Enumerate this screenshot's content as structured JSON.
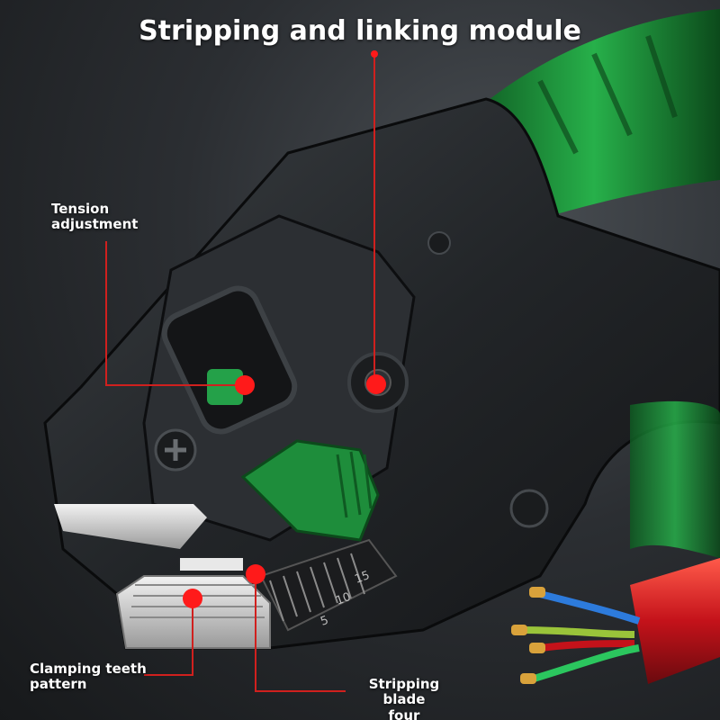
{
  "title": "Stripping and linking module",
  "callouts": {
    "tension": {
      "line1": "Tension",
      "line2": "adjustment"
    },
    "clamping": {
      "line1": "Clamping teeth",
      "line2": "pattern"
    },
    "stripping": {
      "line1": "Stripping blade",
      "line2": "four"
    }
  },
  "scale_marks": [
    "5",
    "10",
    "15"
  ],
  "colors": {
    "callout_line": "#d0201e",
    "callout_dot": "#ff1a1a",
    "handle_green": "#1f9a3c",
    "body_dark": "#1c1e20"
  }
}
